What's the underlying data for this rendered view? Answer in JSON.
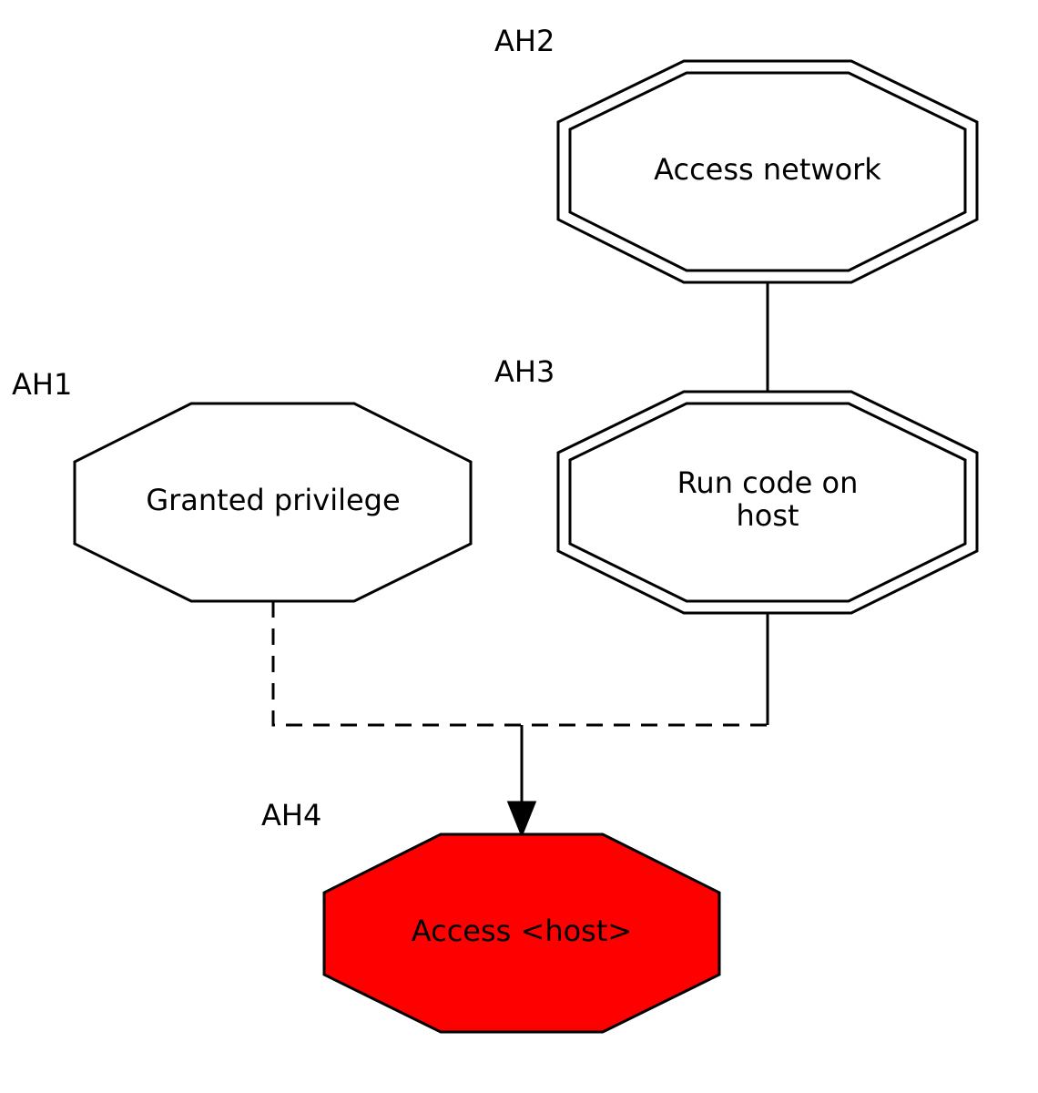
{
  "nodes": {
    "ah1": {
      "id": "AH1",
      "text": "Granted privilege"
    },
    "ah2": {
      "id": "AH2",
      "text": "Access network"
    },
    "ah3": {
      "id": "AH3",
      "line1": "Run code on",
      "line2": "host"
    },
    "ah4": {
      "id": "AH4",
      "text": "Access <host>"
    }
  },
  "colors": {
    "goal_fill": "#ff0000",
    "node_fill": "#ffffff",
    "stroke": "#000000"
  }
}
